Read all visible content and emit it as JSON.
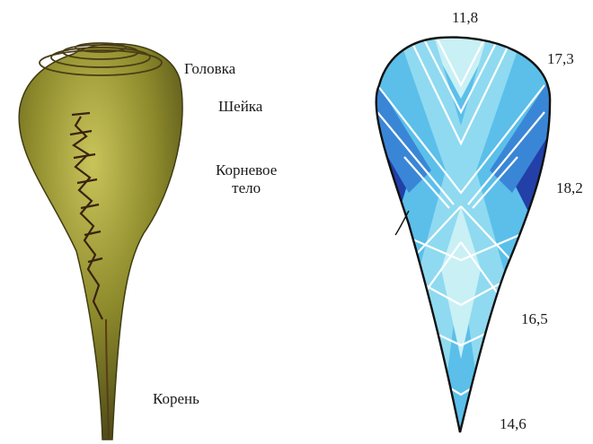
{
  "diagram": {
    "left_panel": {
      "labels": {
        "head": "Головка",
        "neck": "Шейка",
        "body_line1": "Корневое",
        "body_line2": "тело",
        "root": "Корень"
      }
    },
    "right_panel": {
      "values": {
        "top": "11,8",
        "upper_right": "17,3",
        "middle_right": "18,2",
        "lower_right": "16,5",
        "tip": "14,6"
      },
      "zone_colors": {
        "lightest": "#c9f0f5",
        "light": "#8fdaf0",
        "medium": "#5bbfea",
        "dark": "#3a86d6",
        "darkest": "#2240a8"
      }
    }
  }
}
